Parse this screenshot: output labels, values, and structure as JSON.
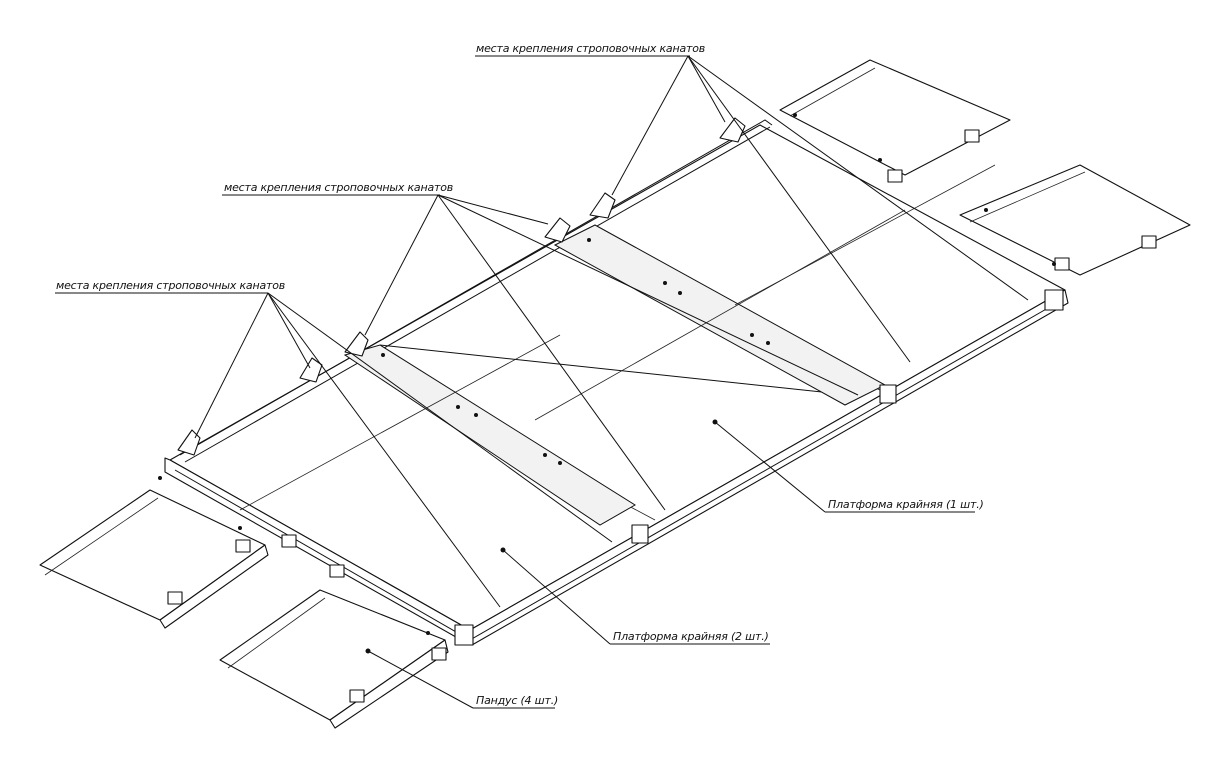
{
  "labels": {
    "sling_top": "места крепления строповочных канатов",
    "sling_mid": "места крепления строповочных канатов",
    "sling_left": "места крепления строповочных канатов",
    "platform_1": "Платформа крайняя (1 шт.)",
    "platform_2": "Платформа крайняя (2 шт.)",
    "ramp": "Пандус (4 шт.)"
  },
  "colors": {
    "line": "#111111",
    "background": "#ffffff"
  }
}
